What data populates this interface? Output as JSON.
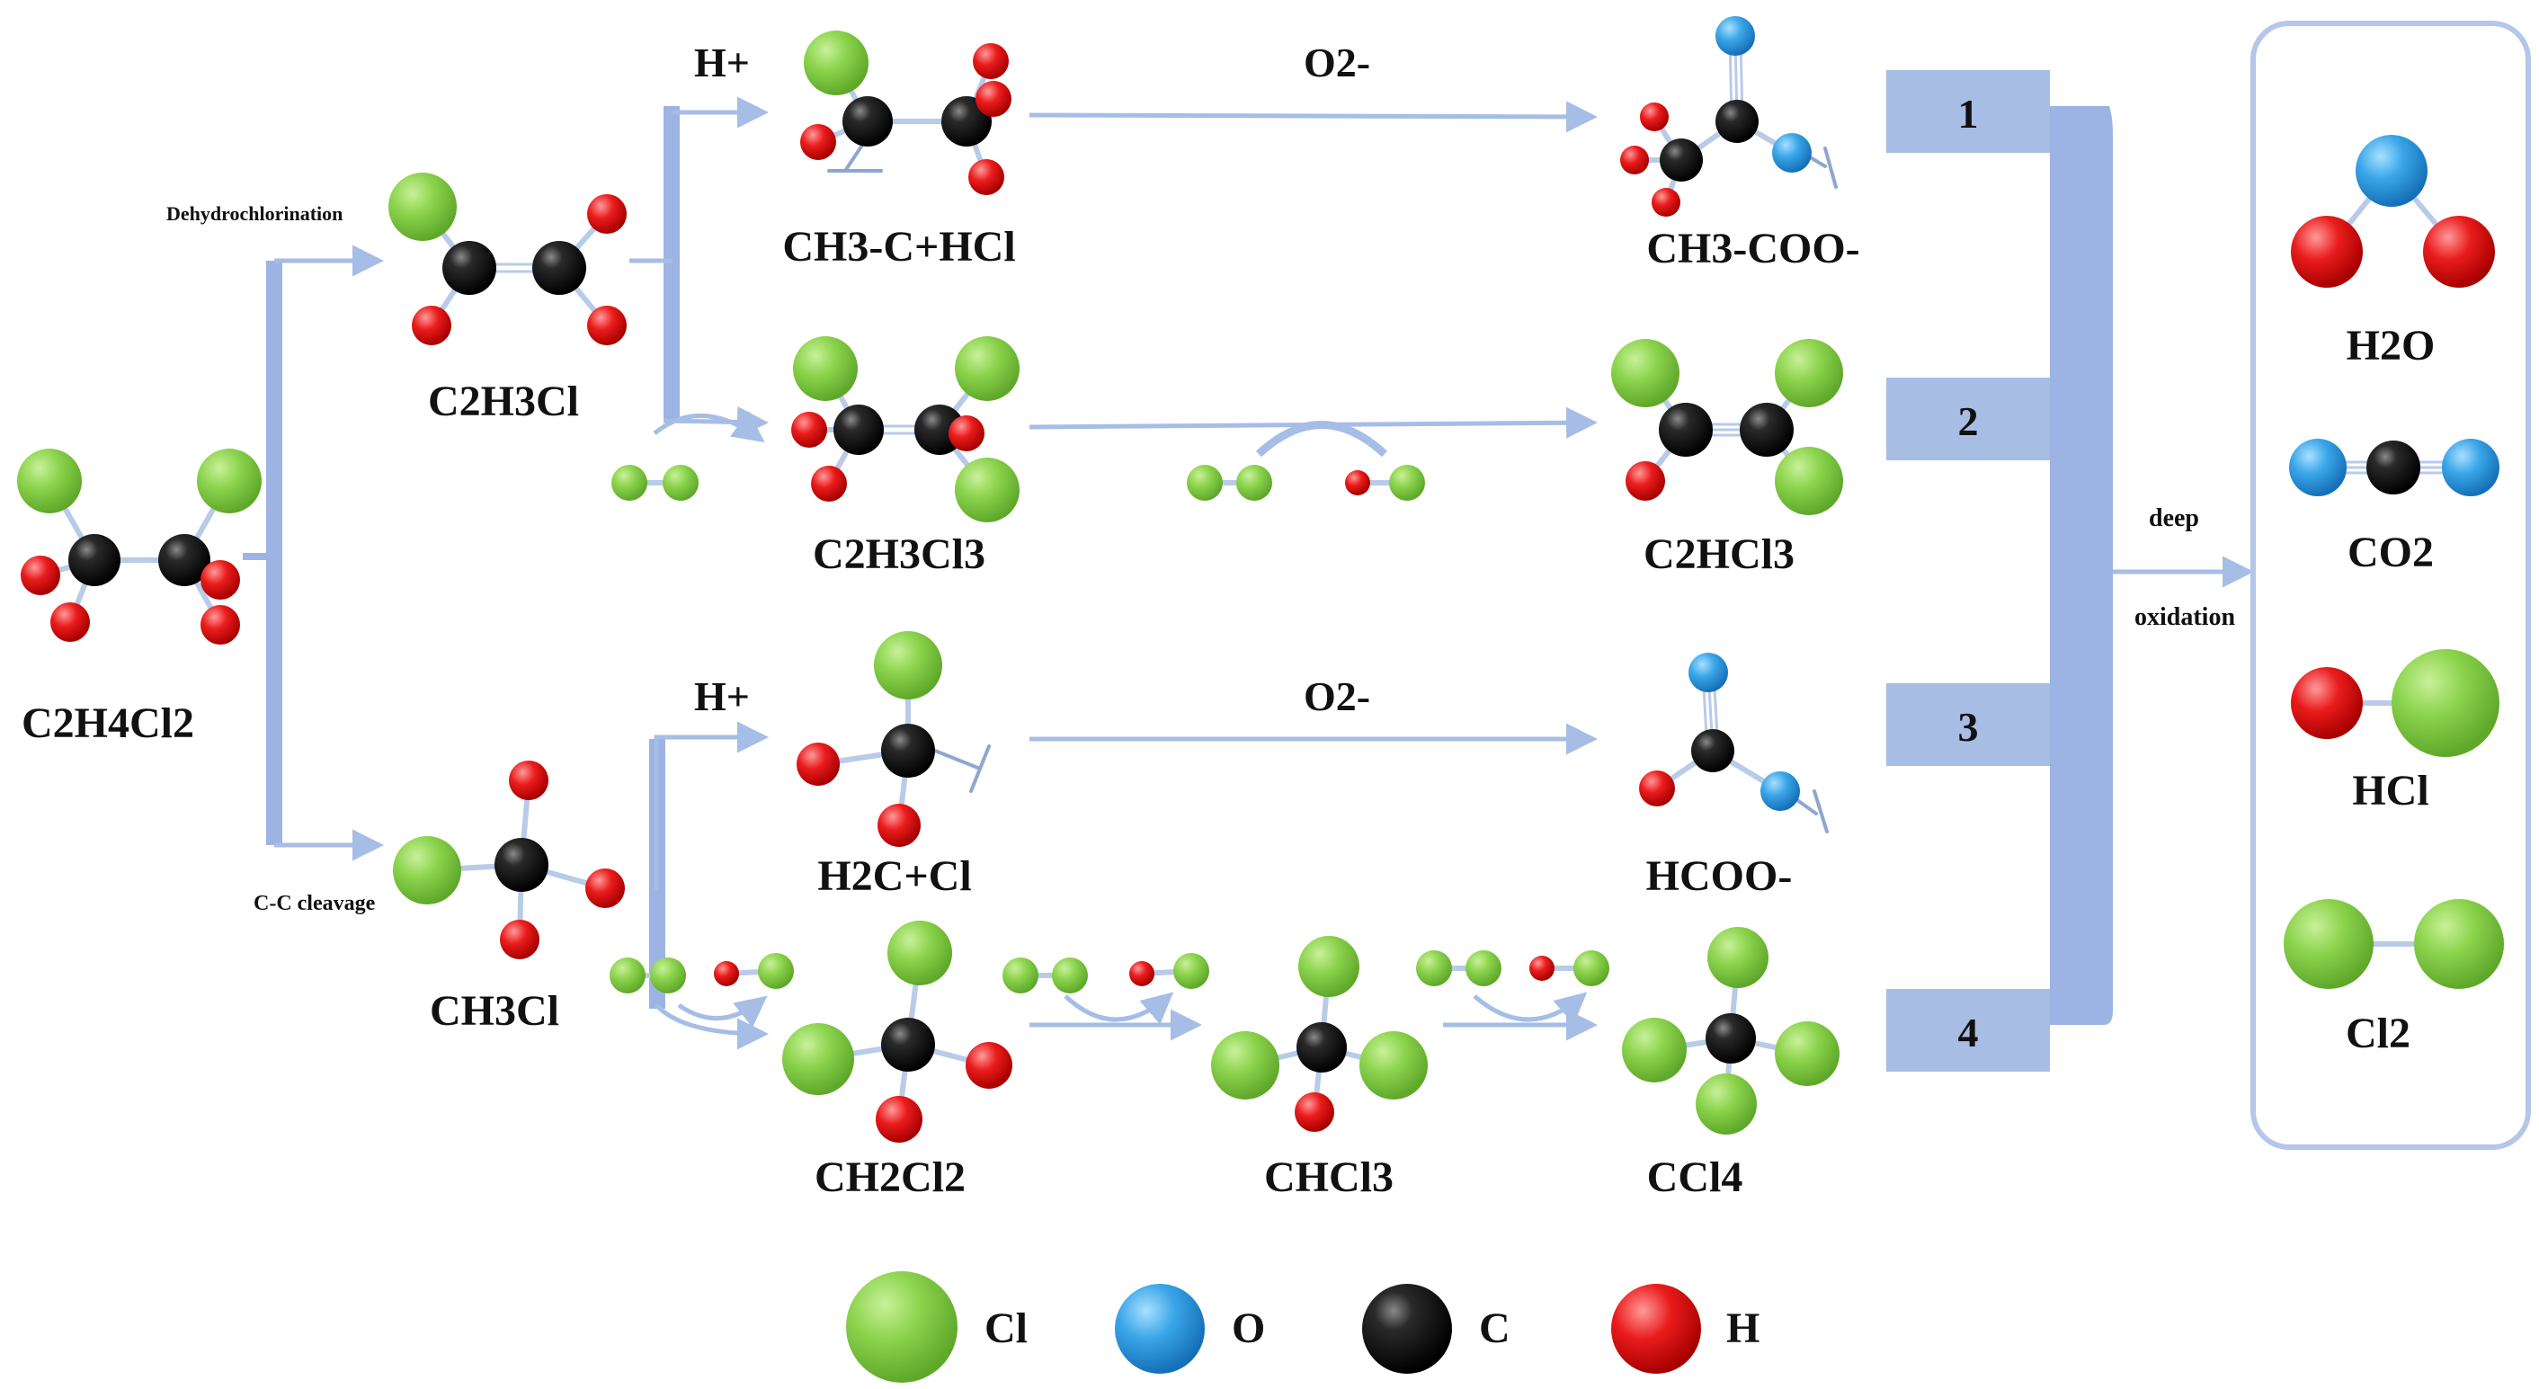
{
  "colors": {
    "cl": "#86cf49",
    "o": "#3ba6e6",
    "c": "#111111",
    "h": "#e51b1b",
    "arrow": "#a6bde6",
    "bar": "#9db3e3",
    "box_border": "#b4c6ea",
    "number_box": "#a8bde4"
  },
  "labels": {
    "c2h4cl2": "C2H4Cl2",
    "dehydro": "Dehydrochlorination",
    "cc_cleavage": "C-C cleavage",
    "c2h3cl": "C2H3Cl",
    "ch3cl": "CH3Cl",
    "h_plus_top": "H+",
    "h_plus_bottom": "H+",
    "o2_top": "O2-",
    "o2_bottom": "O2-",
    "ch3_chcl": "CH3-C+HCl",
    "c2h3cl3": "C2H3Cl3",
    "h2ccl": "H2C+Cl",
    "ch2cl2": "CH2Cl2",
    "chcl3": "CHCl3",
    "ch3coo": "CH3-COO-",
    "c2hcl3": "C2HCl3",
    "hcoo": "HCOO-",
    "ccl4": "CCl4",
    "deep": "deep",
    "oxidation": "oxidation"
  },
  "numbers": [
    "1",
    "2",
    "3",
    "4"
  ],
  "products": [
    {
      "formula": "H2O"
    },
    {
      "formula": "CO2"
    },
    {
      "formula": "HCl"
    },
    {
      "formula": "Cl2"
    }
  ],
  "legend": [
    {
      "element": "Cl",
      "color_key": "cl"
    },
    {
      "element": "O",
      "color_key": "o"
    },
    {
      "element": "C",
      "color_key": "c"
    },
    {
      "element": "H",
      "color_key": "h"
    }
  ]
}
